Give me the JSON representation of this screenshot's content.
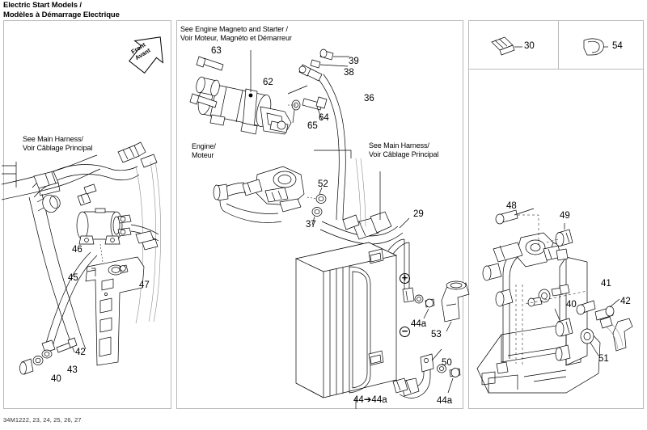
{
  "document": {
    "title": "Electric Start Models /\nModèles à Démarrage Electrique",
    "footer_code": "34M1222, 23, 24, 25, 26, 27"
  },
  "orientation_marker": {
    "label": "Front\nAvant",
    "icon": "arrow-up-right-icon"
  },
  "panels": {
    "left": {
      "name": "solenoid-harness-panel",
      "notes": [
        {
          "id": "main-harness-left",
          "text": "See Main Harness/\nVoir Câblage Principal"
        }
      ],
      "callouts": [
        {
          "id": "46",
          "label": "46"
        },
        {
          "id": "45",
          "label": "45"
        },
        {
          "id": "47",
          "label": "47"
        },
        {
          "id": "42",
          "label": "42"
        },
        {
          "id": "43",
          "label": "43"
        },
        {
          "id": "40",
          "label": "40"
        }
      ]
    },
    "center": {
      "name": "starter-battery-panel",
      "notes": [
        {
          "id": "engine-magneto-starter",
          "text": "See Engine Magneto and Starter /\nVoir Moteur, Magnéto et Démarreur"
        },
        {
          "id": "engine-moteur",
          "text": "Engine/\nMoteur"
        },
        {
          "id": "main-harness-center",
          "text": "See Main Harness/\nVoir Câblage Principal"
        }
      ],
      "callouts": [
        {
          "id": "63",
          "label": "63"
        },
        {
          "id": "62",
          "label": "62"
        },
        {
          "id": "39",
          "label": "39"
        },
        {
          "id": "38",
          "label": "38"
        },
        {
          "id": "36",
          "label": "36"
        },
        {
          "id": "64",
          "label": "64"
        },
        {
          "id": "65",
          "label": "65"
        },
        {
          "id": "52",
          "label": "52"
        },
        {
          "id": "37",
          "label": "37"
        },
        {
          "id": "29",
          "label": "29"
        },
        {
          "id": "44a-top",
          "label": "44a"
        },
        {
          "id": "53",
          "label": "53"
        },
        {
          "id": "50",
          "label": "50"
        },
        {
          "id": "44-to-44a",
          "label": "44➔44a"
        },
        {
          "id": "44a-bottom",
          "label": "44a"
        }
      ],
      "battery_terminals": [
        {
          "id": "positive",
          "label": "+"
        },
        {
          "id": "negative",
          "label": "−"
        }
      ]
    },
    "right_top_a": {
      "name": "small-part-30-box",
      "callouts": [
        {
          "id": "30",
          "label": "30"
        }
      ]
    },
    "right_top_b": {
      "name": "small-part-54-box",
      "callouts": [
        {
          "id": "54",
          "label": "54"
        }
      ]
    },
    "right": {
      "name": "battery-tray-panel",
      "callouts": [
        {
          "id": "48",
          "label": "48"
        },
        {
          "id": "49",
          "label": "49"
        },
        {
          "id": "41",
          "label": "41"
        },
        {
          "id": "40r",
          "label": "40"
        },
        {
          "id": "42r",
          "label": "42"
        },
        {
          "id": "51",
          "label": "51"
        }
      ]
    }
  }
}
